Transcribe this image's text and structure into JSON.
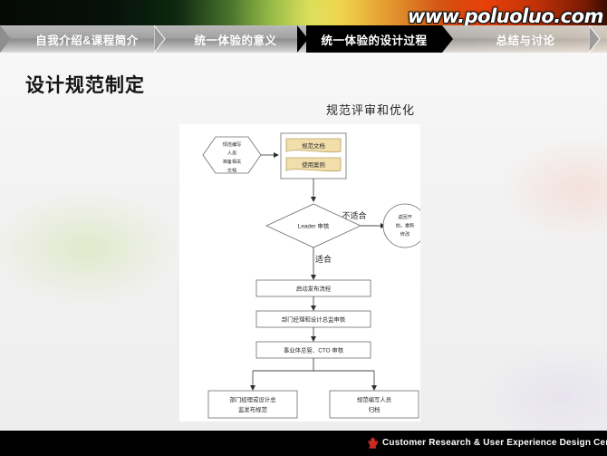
{
  "window": {
    "title": "设计规范制定"
  },
  "watermark": {
    "text": "www.poluoluo.com",
    "subtext": "www.poluoluo.com"
  },
  "nav": {
    "items": [
      {
        "label": "自我介绍&课程简介",
        "active": false
      },
      {
        "label": "统一体验的意义",
        "active": false
      },
      {
        "label": "统一体验的设计过程",
        "active": true
      },
      {
        "label": "总结与讨论",
        "active": false
      }
    ]
  },
  "slide": {
    "title": "设计规范制定",
    "caption": "规范评审和优化"
  },
  "flowchart": {
    "nodes": {
      "start_hexagon": "规范编写\n人员\n准备相关\n文档",
      "doc_box_1": "规范文档",
      "doc_box_2": "使用案例",
      "decision": "Leader 审核",
      "return_circle": "返回开\n始，重新\n修改",
      "step_publish": "启动发布流程",
      "step_manager_review": "部门经理和设计总监审核",
      "step_cto_review": "事业体总管、CTO 审核",
      "end_release": "部门经理或设计总\n监发布规范",
      "end_archive": "规范编写人员\n归档"
    },
    "edge_labels": {
      "not_suitable": "不适合",
      "suitable": "适合"
    },
    "hexagon_lines": [
      "规范编写",
      "人员",
      "准备相关",
      "文档"
    ],
    "circle_lines": [
      "返回开",
      "始，重新",
      "修改"
    ],
    "end_release_lines": [
      "部门经理或设计总",
      "监发布规范"
    ],
    "end_archive_lines": [
      "规范编写人员",
      "归档"
    ]
  },
  "footer": {
    "text": "Customer Research & User Experience Design Center"
  },
  "colors": {
    "accent_yellow": "#f2deab",
    "active_tab_bg": "#000000",
    "footer_bg": "#000000",
    "logo_red": "#cc2a22"
  }
}
